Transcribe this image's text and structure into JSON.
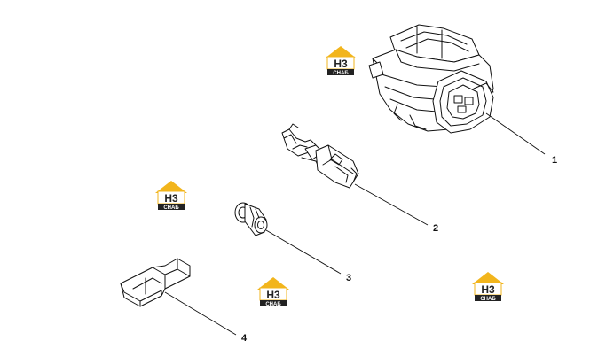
{
  "diagram": {
    "callouts": [
      {
        "id": "1",
        "label": "1"
      },
      {
        "id": "2",
        "label": "2"
      },
      {
        "id": "3",
        "label": "3"
      },
      {
        "id": "4",
        "label": "4"
      }
    ],
    "watermark": {
      "top_text": "H3",
      "bottom_text": "СНАБ",
      "accent_color": "#f2b51c",
      "dark_color": "#222222"
    }
  }
}
